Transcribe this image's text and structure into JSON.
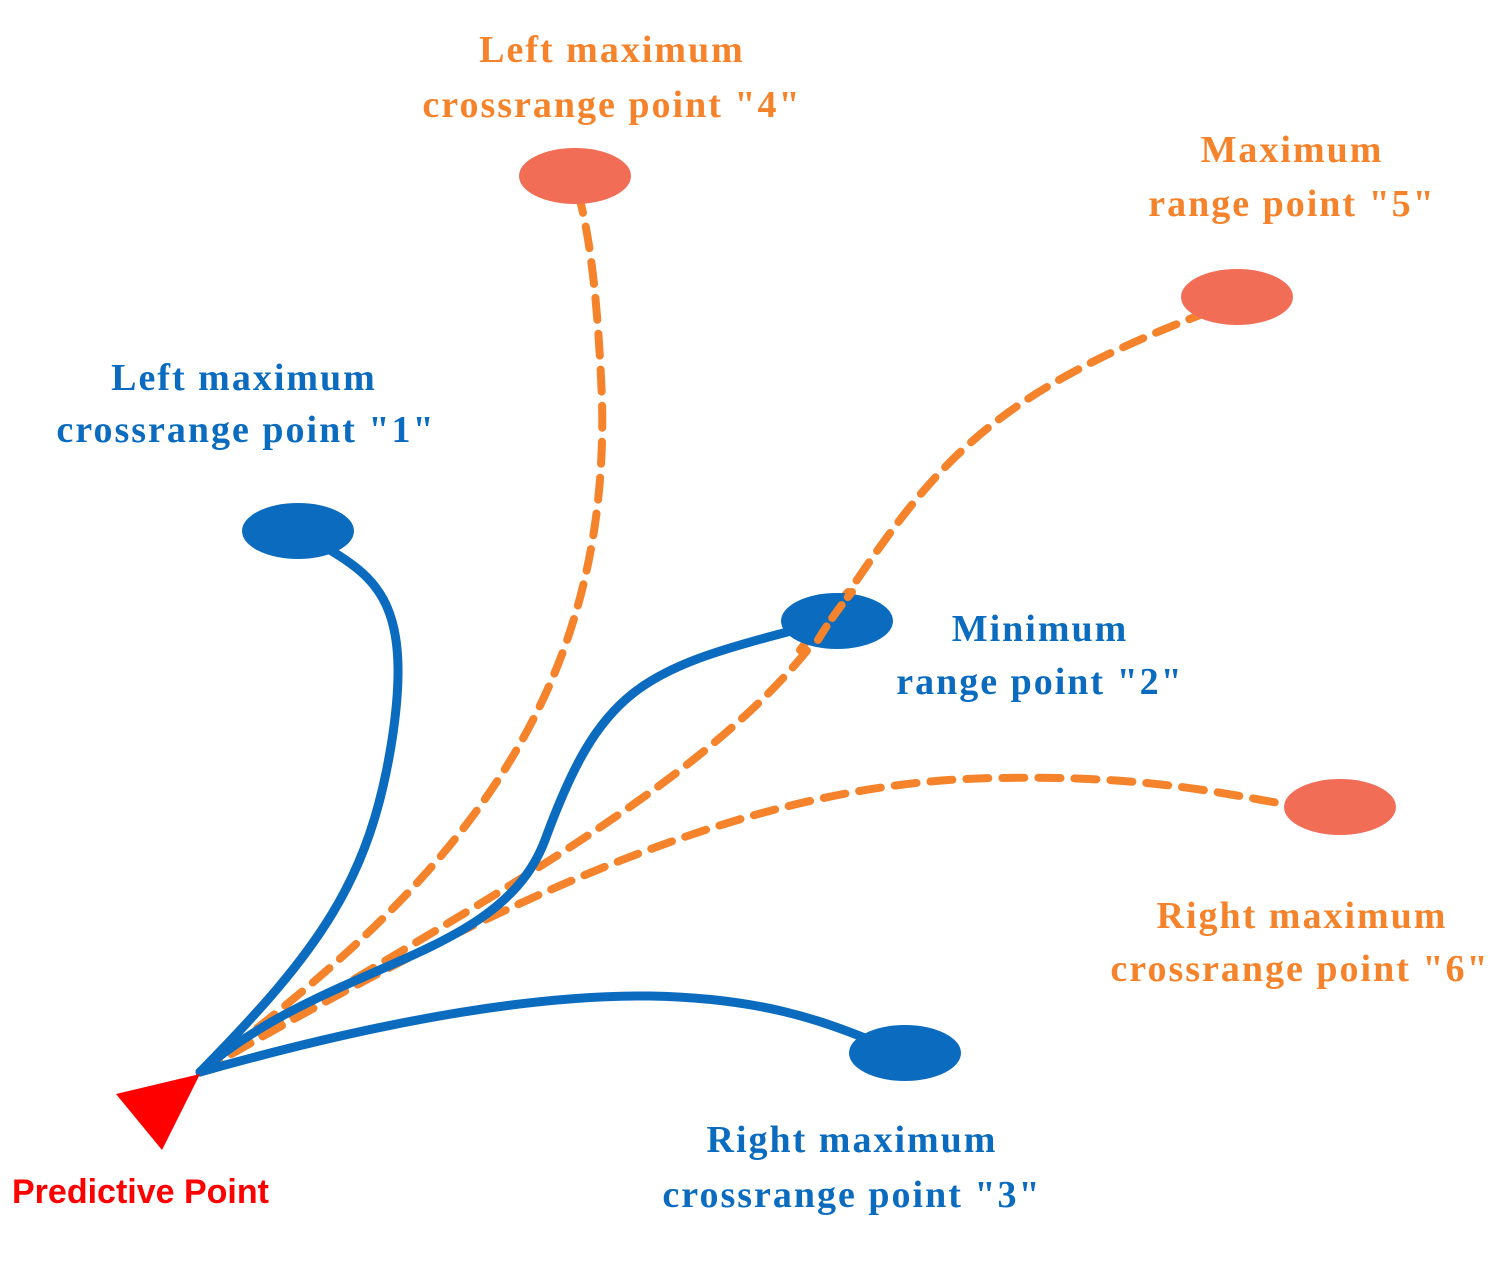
{
  "colors": {
    "blue": "#0b6cbf",
    "orange_line": "#f5832b",
    "orange_point": "#f26d55",
    "orange_text": "#f5832b",
    "red": "#ff0000"
  },
  "origin": {
    "label": "Predictive Point",
    "icon": "red-triangle-icon"
  },
  "points": [
    {
      "id": "1",
      "line1": "Left maximum",
      "line2": "crossrange point \"1\"",
      "group": "blue"
    },
    {
      "id": "2",
      "line1": "Minimum",
      "line2": "range point \"2\"",
      "group": "blue"
    },
    {
      "id": "3",
      "line1": "Right maximum",
      "line2": "crossrange point \"3\"",
      "group": "blue"
    },
    {
      "id": "4",
      "line1": "Left maximum",
      "line2": "crossrange point \"4\"",
      "group": "orange"
    },
    {
      "id": "5",
      "line1": "Maximum",
      "line2": "range point \"5\"",
      "group": "orange"
    },
    {
      "id": "6",
      "line1": "Right maximum",
      "line2": "crossrange point \"6\"",
      "group": "orange"
    }
  ]
}
